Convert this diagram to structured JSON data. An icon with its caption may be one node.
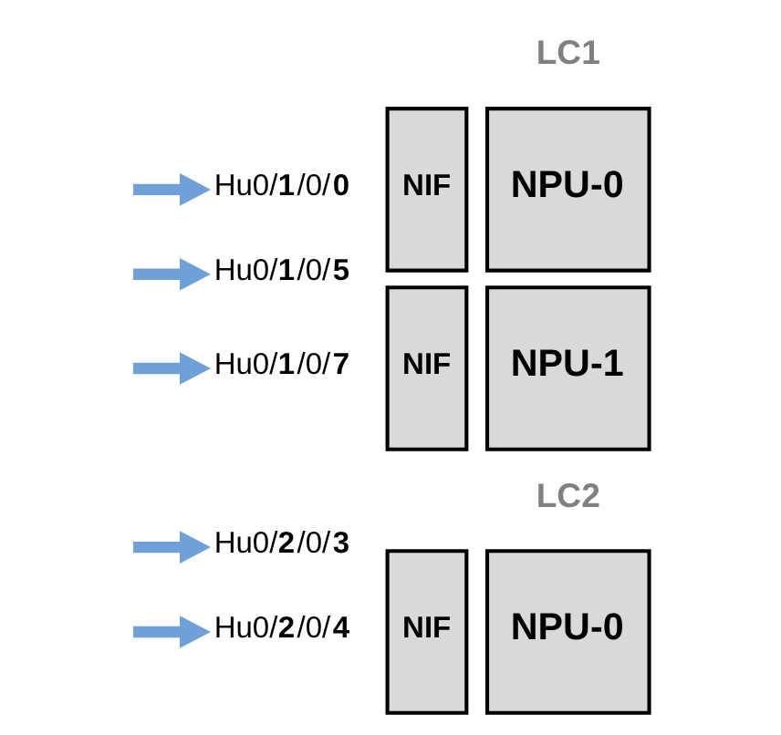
{
  "diagram": {
    "nodes": [
      {
        "text": [
          "Hu0/**1**/0/**0**"
        ]
      },
      {
        "text": [
          "Hu0/**1**/0/**5**"
        ]
      },
      {
        "text": [
          "NIF"
        ]
      },
      {
        "text": [
          "NPU-0"
        ]
      },
      {
        "text": [
          "Hu0/**1**/0/**7**"
        ]
      },
      {
        "text": [
          "NIF"
        ]
      },
      {
        "text": [
          "NPU-1"
        ]
      },
      {
        "text": [
          "Hu0/**2**/0/**3**"
        ]
      },
      {
        "text": [
          "Hu0/**2**/0/**4**"
        ]
      },
      {
        "text": [
          "NIF"
        ]
      },
      {
        "text": [
          "NPU-0"
        ]
      }
    ],
    "edges": [
      {
        "from": null,
        "to": 0,
        "arrow": "to"
      },
      {
        "from": null,
        "to": 1,
        "arrow": "to"
      },
      {
        "from": null,
        "to": 4,
        "arrow": "to"
      },
      {
        "from": null,
        "to": 7,
        "arrow": "to"
      },
      {
        "from": null,
        "to": 8,
        "arrow": "to"
      }
    ],
    "labels": [
      "LC1",
      "LC2"
    ]
  }
}
